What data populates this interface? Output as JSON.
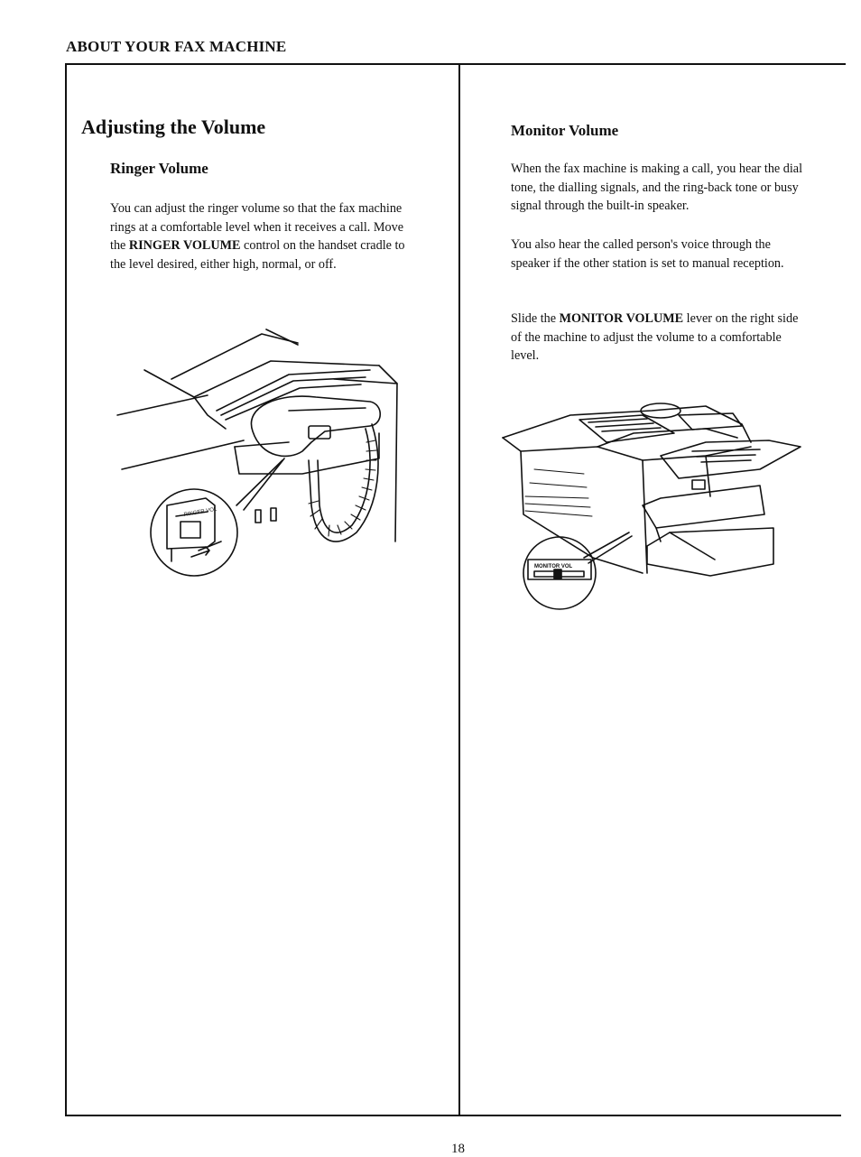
{
  "header": {
    "title": "ABOUT YOUR FAX MACHINE"
  },
  "left": {
    "section_title": "Adjusting the Volume",
    "ringer": {
      "title": "Ringer Volume",
      "text_before": "You can adjust the ringer volume so that the fax machine rings at a comfortable level when it receives a call.  Move the ",
      "bold": "RINGER VOLUME",
      "text_after": " control on the handset cradle to the level desired, either high, normal, or off."
    },
    "illustration": {
      "dial_label": "RINGER VOL"
    }
  },
  "right": {
    "monitor": {
      "title": "Monitor Volume",
      "para1": "When the fax machine is making a call, you hear the dial tone, the dialling signals, and the ring-back tone or busy signal through the built-in speaker.",
      "para2": "You also hear the called person's voice through the speaker if the other station is set to manual reception.",
      "para3_before": "Slide the ",
      "para3_bold": "MONITOR VOLUME",
      "para3_after": " lever on the right side of the machine to adjust the volume to a comfortable level."
    },
    "illustration": {
      "dial_label": "MONITOR VOL"
    }
  },
  "footer": {
    "page_number": "18"
  }
}
